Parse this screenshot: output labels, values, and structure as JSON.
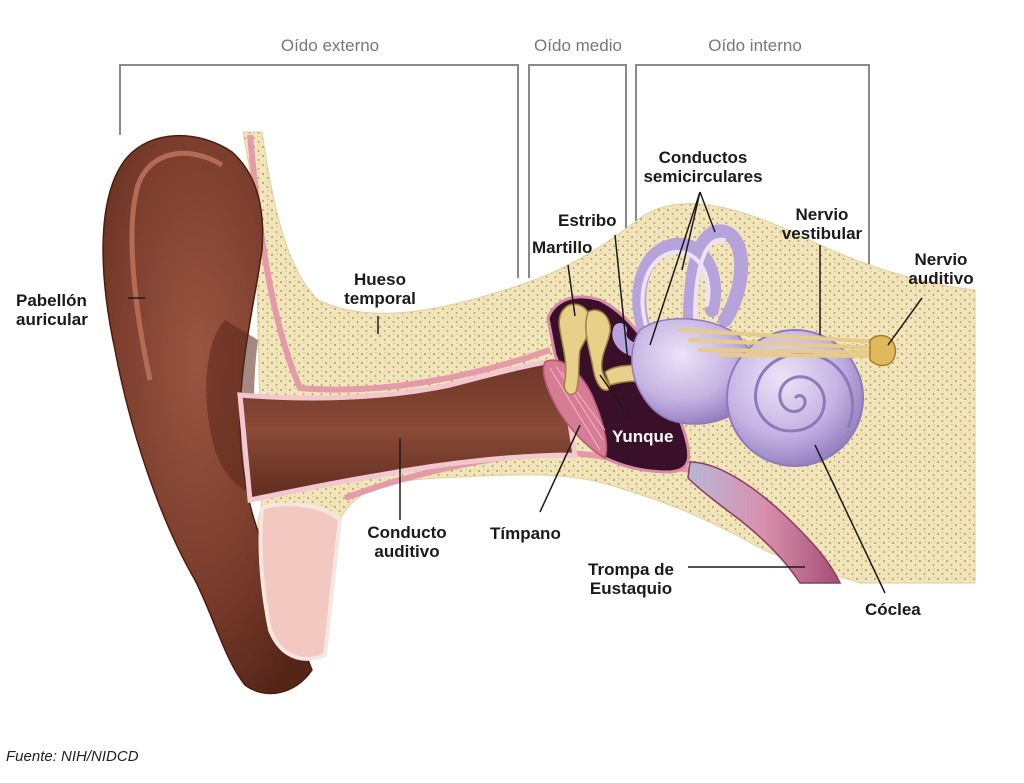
{
  "sections": {
    "outer": "Oído externo",
    "middle": "Oído medio",
    "inner": "Oído interno"
  },
  "labels": {
    "pinna": "Pabellón\nauricular",
    "temporal_bone": "Hueso\ntemporal",
    "ear_canal": "Conducto\nauditivo",
    "eardrum": "Tímpano",
    "malleus": "Martillo",
    "stapes": "Estribo",
    "incus": "Yunque",
    "semicircular_canals": "Conductos\nsemicirculares",
    "vestibular_nerve": "Nervio\nvestibular",
    "auditory_nerve": "Nervio\nauditivo",
    "eustachian_tube": "Trompa de\nEustaquio",
    "cochlea": "Cóclea"
  },
  "source": "Fuente: NIH/NIDCD",
  "colors": {
    "bone": "#f1e5b9",
    "skin": "#7a3c2c",
    "inner_ear": "#c5b3e3",
    "middle_cavity": "#3a0f2a",
    "eardrum": "#d67c95",
    "ossicles": "#e8cf8a",
    "nerve": "#e6cc88",
    "tube": "#d890ac",
    "bracket": "#8a8a8a",
    "leader": "#1a1a1a"
  }
}
